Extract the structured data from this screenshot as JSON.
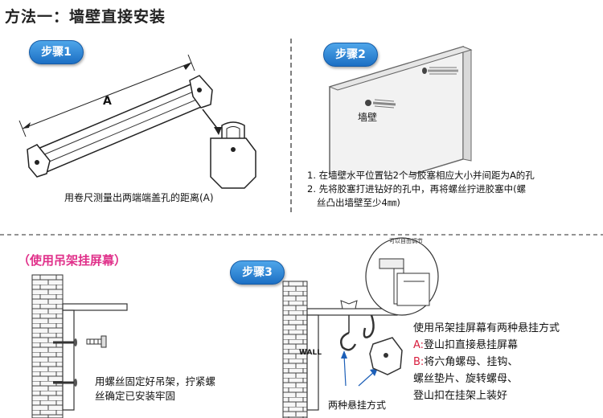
{
  "title": "方法一：墙壁直接安装",
  "step1": {
    "badge": "步骤1",
    "dimension_label": "A",
    "caption": "用卷尺测量出两端端盖孔的距离(A)"
  },
  "step2": {
    "badge": "步骤2",
    "wall_label": "墙壁",
    "instruction_1": "1. 在墙壁水平位置钻2个与胶塞相应大小并间距为A的孔",
    "instruction_2": "2. 先将胶塞打进钻好的孔中，再将螺丝拧进胶塞中(螺",
    "instruction_3": "丝凸出墙壁至少4㎜)"
  },
  "bracket_section": {
    "title": "（使用吊架挂屏幕）",
    "caption_1": "用螺丝固定好吊架，拧紧螺",
    "caption_2": "丝确定已安装牢固"
  },
  "step3": {
    "badge": "步骤3",
    "adjust_label": "可以自由调节",
    "wall_label": "WALL",
    "hang_caption": "两种悬挂方式",
    "methods_title": "使用吊架挂屏幕有两种悬挂方式",
    "method_a_letter": "A:",
    "method_a_text": "登山扣直接悬挂屏幕",
    "method_b_letter": "B:",
    "method_b_text_1": "将六角螺母、挂钩、",
    "method_b_text_2": "螺丝垫片、旋转螺母、",
    "method_b_text_3": "登山扣在挂架上装好"
  },
  "colors": {
    "accent_blue": "#1c6fc4",
    "pink_title": "#e0308a",
    "method_red": "#d81e3e",
    "divider": "#555555"
  }
}
